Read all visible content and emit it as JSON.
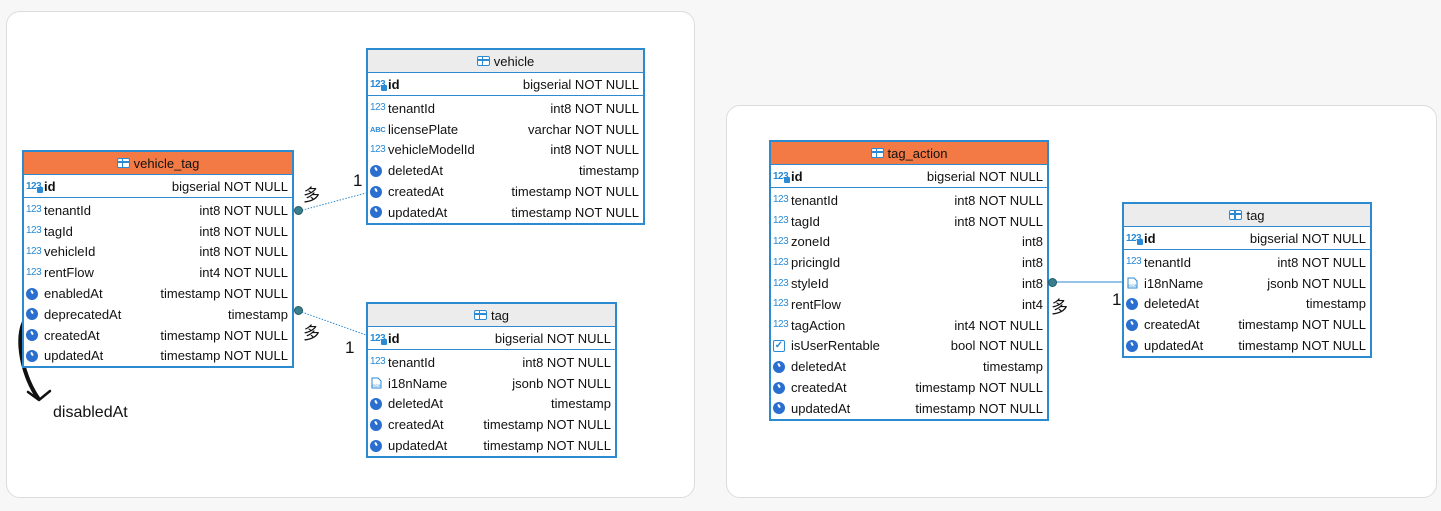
{
  "annotation": {
    "label": "disabledAt"
  },
  "tables": {
    "vehicle": {
      "title": "vehicle",
      "pk": {
        "name": "id",
        "type": "bigserial NOT NULL",
        "icon": "pk-number-icon"
      },
      "columns": [
        {
          "name": "tenantId",
          "type": "int8 NOT NULL",
          "icon": "number-icon"
        },
        {
          "name": "licensePlate",
          "type": "varchar NOT NULL",
          "icon": "text-icon"
        },
        {
          "name": "vehicleModelId",
          "type": "int8 NOT NULL",
          "icon": "number-icon"
        },
        {
          "name": "deletedAt",
          "type": "timestamp",
          "icon": "clock-icon"
        },
        {
          "name": "createdAt",
          "type": "timestamp NOT NULL",
          "icon": "clock-icon"
        },
        {
          "name": "updatedAt",
          "type": "timestamp NOT NULL",
          "icon": "clock-icon"
        }
      ]
    },
    "vehicle_tag": {
      "title": "vehicle_tag",
      "pk": {
        "name": "id",
        "type": "bigserial NOT NULL",
        "icon": "pk-number-icon"
      },
      "columns": [
        {
          "name": "tenantId",
          "type": "int8 NOT NULL",
          "icon": "number-icon"
        },
        {
          "name": "tagId",
          "type": "int8 NOT NULL",
          "icon": "number-icon"
        },
        {
          "name": "vehicleId",
          "type": "int8 NOT NULL",
          "icon": "number-icon"
        },
        {
          "name": "rentFlow",
          "type": "int4 NOT NULL",
          "icon": "number-icon"
        },
        {
          "name": "enabledAt",
          "type": "timestamp NOT NULL",
          "icon": "clock-icon"
        },
        {
          "name": "deprecatedAt",
          "type": "timestamp",
          "icon": "clock-icon"
        },
        {
          "name": "createdAt",
          "type": "timestamp NOT NULL",
          "icon": "clock-icon"
        },
        {
          "name": "updatedAt",
          "type": "timestamp NOT NULL",
          "icon": "clock-icon"
        }
      ]
    },
    "tag_left": {
      "title": "tag",
      "pk": {
        "name": "id",
        "type": "bigserial NOT NULL",
        "icon": "pk-number-icon"
      },
      "columns": [
        {
          "name": "tenantId",
          "type": "int8 NOT NULL",
          "icon": "number-icon"
        },
        {
          "name": "i18nName",
          "type": "jsonb NOT NULL",
          "icon": "json-icon"
        },
        {
          "name": "deletedAt",
          "type": "timestamp",
          "icon": "clock-icon"
        },
        {
          "name": "createdAt",
          "type": "timestamp NOT NULL",
          "icon": "clock-icon"
        },
        {
          "name": "updatedAt",
          "type": "timestamp NOT NULL",
          "icon": "clock-icon"
        }
      ]
    },
    "tag_action": {
      "title": "tag_action",
      "pk": {
        "name": "id",
        "type": "bigserial NOT NULL",
        "icon": "pk-number-icon"
      },
      "columns": [
        {
          "name": "tenantId",
          "type": "int8 NOT NULL",
          "icon": "number-icon"
        },
        {
          "name": "tagId",
          "type": "int8 NOT NULL",
          "icon": "number-icon"
        },
        {
          "name": "zoneId",
          "type": "int8",
          "icon": "number-icon"
        },
        {
          "name": "pricingId",
          "type": "int8",
          "icon": "number-icon"
        },
        {
          "name": "styleId",
          "type": "int8",
          "icon": "number-icon"
        },
        {
          "name": "rentFlow",
          "type": "int4",
          "icon": "number-icon"
        },
        {
          "name": "tagAction",
          "type": "int4 NOT NULL",
          "icon": "number-icon"
        },
        {
          "name": "isUserRentable",
          "type": "bool NOT NULL",
          "icon": "checkbox-icon"
        },
        {
          "name": "deletedAt",
          "type": "timestamp",
          "icon": "clock-icon"
        },
        {
          "name": "createdAt",
          "type": "timestamp NOT NULL",
          "icon": "clock-icon"
        },
        {
          "name": "updatedAt",
          "type": "timestamp NOT NULL",
          "icon": "clock-icon"
        }
      ]
    },
    "tag_right": {
      "title": "tag",
      "pk": {
        "name": "id",
        "type": "bigserial NOT NULL",
        "icon": "pk-number-icon"
      },
      "columns": [
        {
          "name": "tenantId",
          "type": "int8 NOT NULL",
          "icon": "number-icon"
        },
        {
          "name": "i18nName",
          "type": "jsonb NOT NULL",
          "icon": "json-icon"
        },
        {
          "name": "deletedAt",
          "type": "timestamp",
          "icon": "clock-icon"
        },
        {
          "name": "createdAt",
          "type": "timestamp NOT NULL",
          "icon": "clock-icon"
        },
        {
          "name": "updatedAt",
          "type": "timestamp NOT NULL",
          "icon": "clock-icon"
        }
      ]
    }
  },
  "relations": [
    {
      "from": "vehicle_tag",
      "to": "vehicle",
      "many_label": "多",
      "one_label": "1"
    },
    {
      "from": "vehicle_tag",
      "to": "tag_left",
      "many_label": "多",
      "one_label": "1"
    },
    {
      "from": "tag_action",
      "to": "tag_right",
      "many_label": "多",
      "one_label": "1"
    }
  ]
}
